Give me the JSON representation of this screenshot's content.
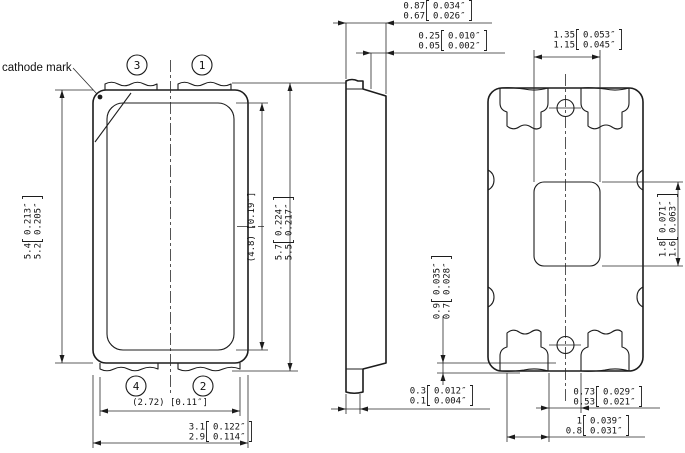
{
  "drawing": {
    "cathode_label": "cathode mark",
    "line_color": "#1c1c1c",
    "pins": {
      "p1": "1",
      "p2": "2",
      "p3": "3",
      "p4": "4"
    },
    "front_view": {
      "height_body": {
        "mm_max": "5.4",
        "mm_min": "5.2",
        "in_max": "0.213″",
        "in_min": "0.205″"
      },
      "height_overall": {
        "mm_max": "5.7",
        "mm_min": "5.5",
        "in_max": "0.224″",
        "in_min": "0.217″"
      },
      "height_ref": "(4.8) [0.19″]",
      "width_ref": "(2.72) [0.11″]",
      "width_overall": {
        "mm_max": "3.1",
        "mm_min": "2.9",
        "in_max": "0.122″",
        "in_min": "0.114″"
      }
    },
    "side_view": {
      "thickness": {
        "mm_max": "0.87",
        "mm_min": "0.67",
        "in_max": "0.034″",
        "in_min": "0.026″"
      },
      "standoff": {
        "mm_max": "0.25",
        "mm_min": "0.05",
        "in_max": "0.010″",
        "in_min": "0.002″"
      },
      "lead_foot": {
        "mm_max": "0.3",
        "mm_min": "0.1",
        "in_max": "0.012″",
        "in_min": "0.004″"
      },
      "lead_height": {
        "mm_max": "0.9",
        "mm_min": "0.7",
        "in_max": "0.035″",
        "in_min": "0.028″"
      }
    },
    "back_view": {
      "pad_width": {
        "mm_max": "1.35",
        "mm_min": "1.15",
        "in_max": "0.053″",
        "in_min": "0.045″"
      },
      "pad_height": {
        "mm_max": "1.8",
        "mm_min": "1.6",
        "in_max": "0.071″",
        "in_min": "0.063″"
      },
      "pad_gap": {
        "mm_max": "0.73",
        "mm_min": "0.53",
        "in_max": "0.029″",
        "in_min": "0.021″"
      },
      "lead_width": {
        "mm_max": "1",
        "mm_min": "0.8",
        "in_max": "0.039″",
        "in_min": "0.031″"
      }
    }
  }
}
